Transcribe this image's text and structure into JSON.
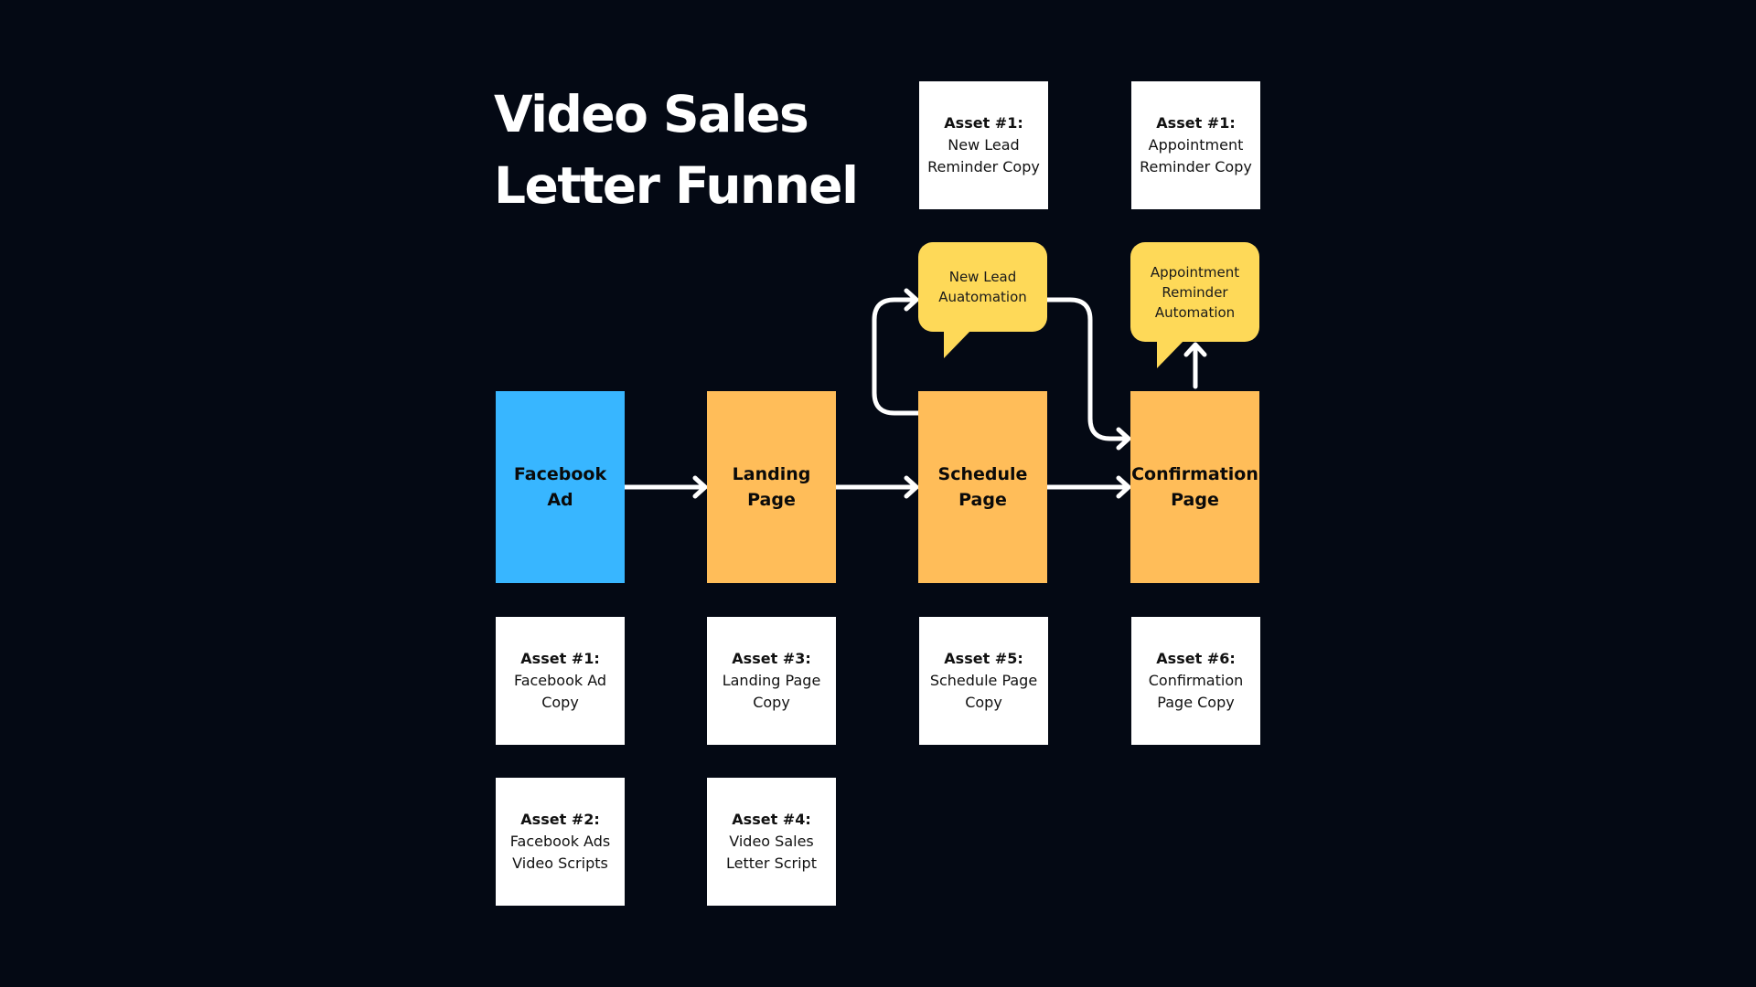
{
  "title": {
    "line1": "Video Sales",
    "line2": "Letter Funnel"
  },
  "colors": {
    "background": "#040914",
    "facebook": "#38b6ff",
    "page": "#ffbd59",
    "automation": "#fed958",
    "asset": "#ffffff",
    "arrow": "#ffffff"
  },
  "stages": [
    {
      "line1": "Facebook",
      "line2": "Ad"
    },
    {
      "line1": "Landing",
      "line2": "Page"
    },
    {
      "line1": "Schedule",
      "line2": "Page"
    },
    {
      "line1": "Confirmation",
      "line2": "Page"
    }
  ],
  "automations": [
    {
      "lines": [
        "New Lead",
        "Auatomation"
      ]
    },
    {
      "lines": [
        "Appointment",
        "Reminder",
        "Automation"
      ]
    }
  ],
  "top_assets": [
    {
      "heading": "Asset #1:",
      "line1": "New Lead",
      "line2": "Reminder Copy"
    },
    {
      "heading": "Asset #1:",
      "line1": "Appointment",
      "line2": "Reminder Copy"
    }
  ],
  "assets_row1": [
    {
      "heading": "Asset #1:",
      "line1": "Facebook Ad",
      "line2": "Copy"
    },
    {
      "heading": "Asset #3:",
      "line1": "Landing Page",
      "line2": "Copy"
    },
    {
      "heading": "Asset #5:",
      "line1": "Schedule Page",
      "line2": "Copy"
    },
    {
      "heading": "Asset #6:",
      "line1": "Confirmation",
      "line2": "Page Copy"
    }
  ],
  "assets_row2": [
    {
      "heading": "Asset #2:",
      "line1": "Facebook Ads",
      "line2": "Video Scripts"
    },
    {
      "heading": "Asset #4:",
      "line1": "Video Sales",
      "line2": "Letter Script"
    }
  ]
}
